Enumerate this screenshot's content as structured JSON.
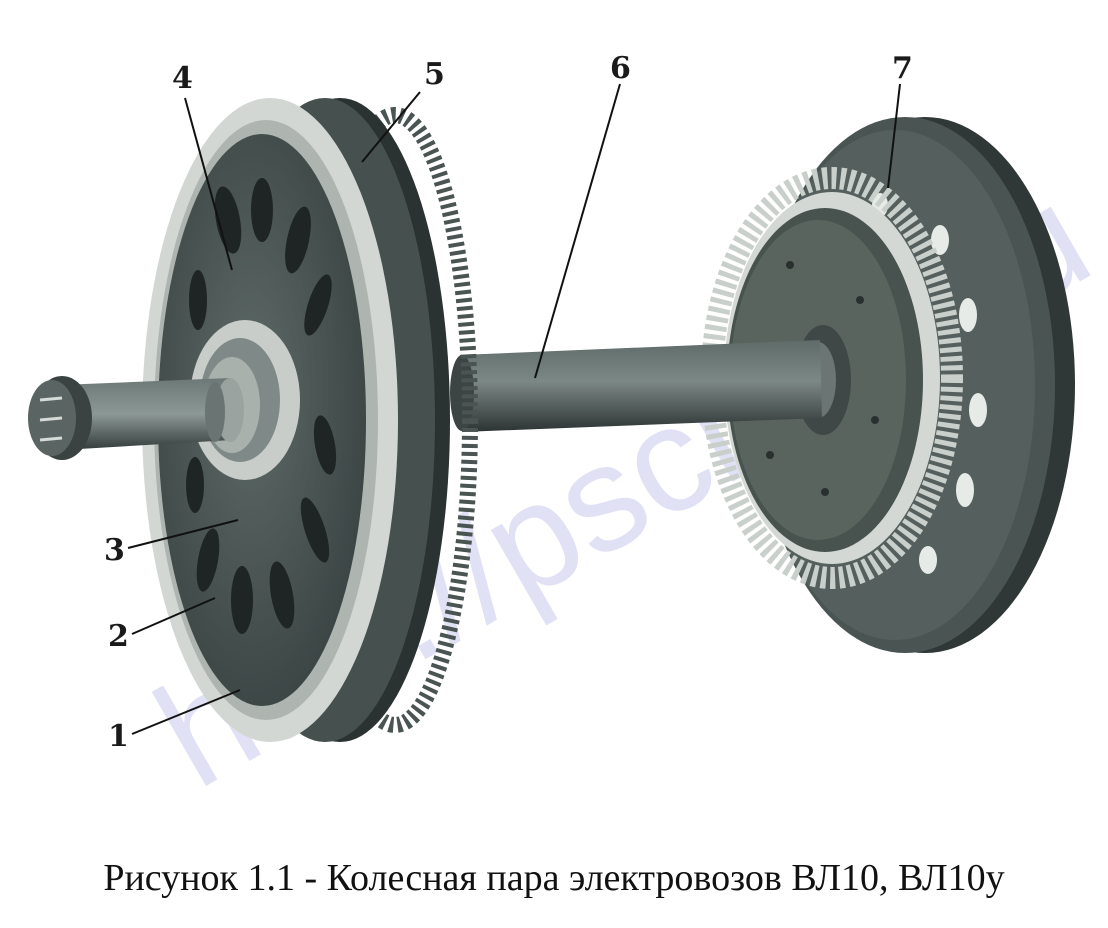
{
  "figure": {
    "caption": "Рисунок 1.1 - Колесная пара электровозов ВЛ10, ВЛ10у",
    "callouts": [
      "1",
      "2",
      "3",
      "4",
      "5",
      "6",
      "7"
    ],
    "watermark": "http://pschrm.ru"
  },
  "colors": {
    "steel_dark": "#3a4443",
    "steel_mid": "#55605e",
    "steel_light": "#7d8987",
    "tyre_light": "#d4d8d4",
    "gear_teeth": "#c9cfca",
    "background": "#ffffff",
    "watermark": "#c9c9f0"
  }
}
